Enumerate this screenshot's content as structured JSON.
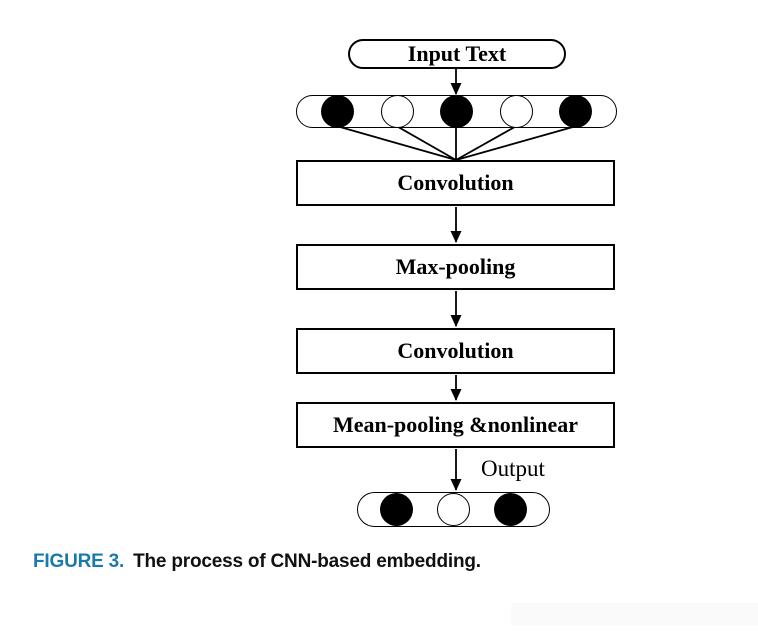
{
  "figure": {
    "input_label": "Input Text",
    "input_vector": {
      "nodes": [
        "filled",
        "empty",
        "filled",
        "empty",
        "filled"
      ]
    },
    "layers": [
      "Convolution",
      "Max-pooling",
      "Convolution",
      "Mean-pooling &nonlinear"
    ],
    "output_label": "Output",
    "output_vector": {
      "nodes": [
        "filled",
        "empty",
        "filled"
      ]
    },
    "line_color": "#000000",
    "node_fill_color": "#000000",
    "box_background": "#ffffff"
  },
  "caption": {
    "label": "FIGURE 3.",
    "text": "The process of CNN-based embedding.",
    "label_color": "#1B7AAB",
    "text_color": "#111111"
  },
  "decor": {
    "bottom_right_strip_color": "#fafafa"
  }
}
